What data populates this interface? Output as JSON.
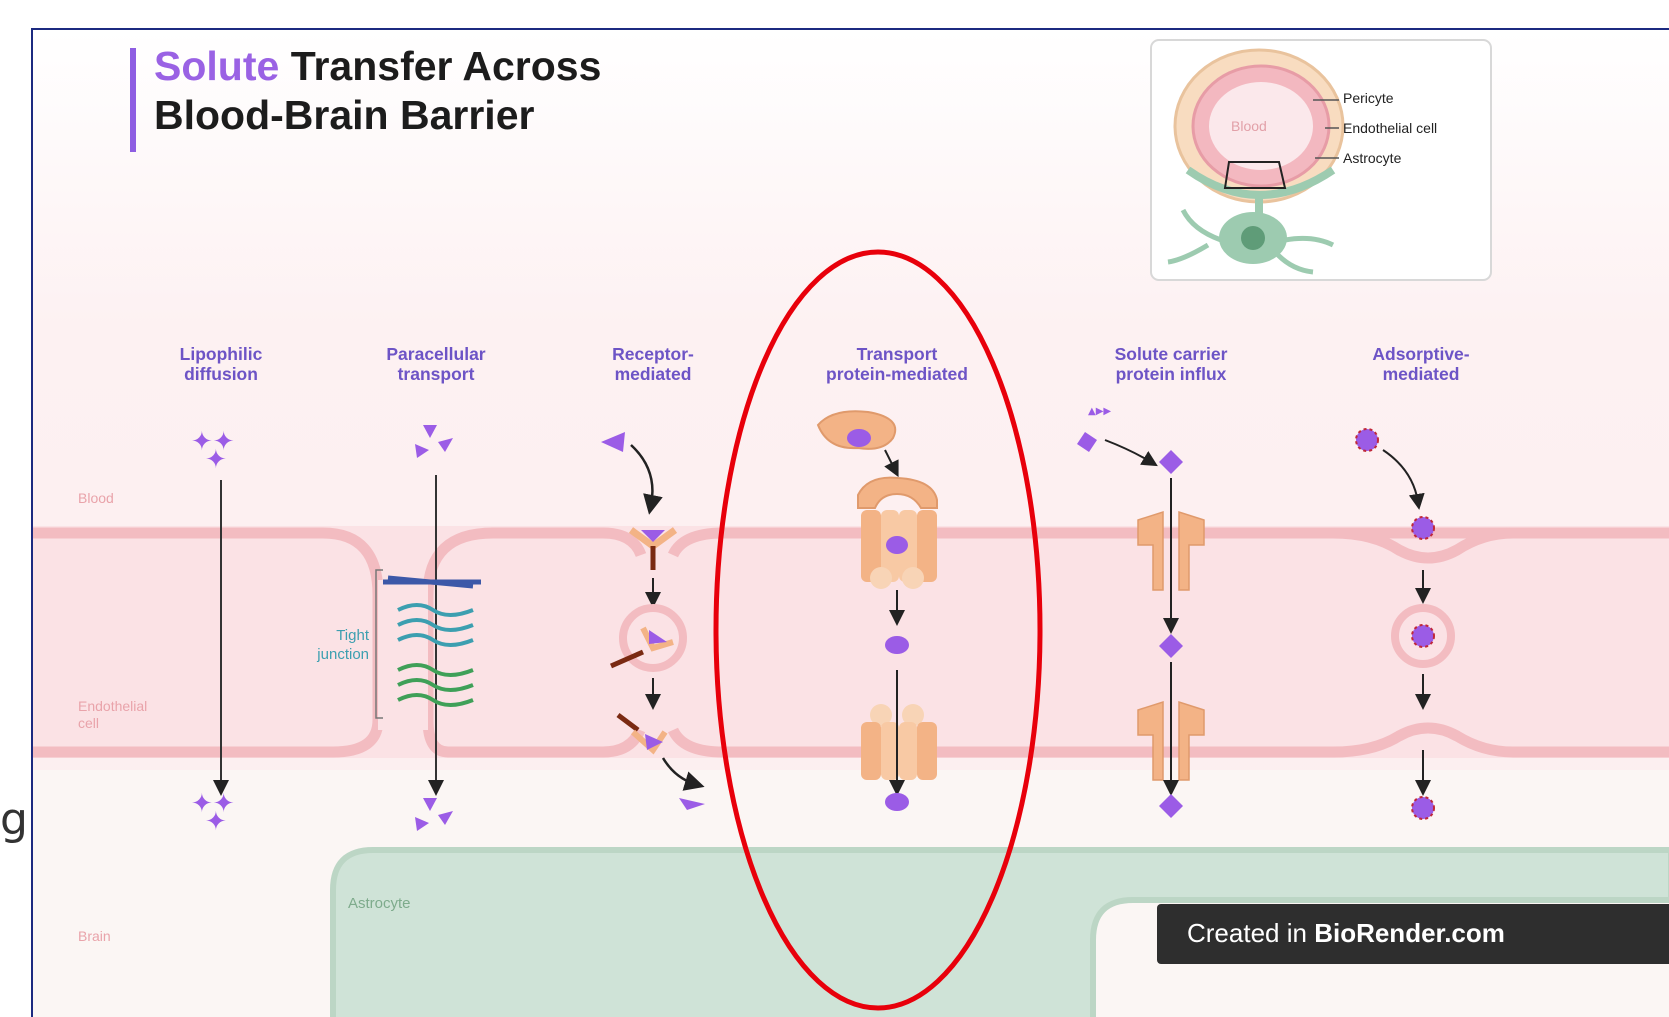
{
  "side_glyph": "g)",
  "title": {
    "accent_word": "Solute",
    "rest_line1": " Transfer Across",
    "line2": "Blood-Brain Barrier"
  },
  "inset": {
    "blood": "Blood",
    "labels": [
      "Pericyte",
      "Endothelial cell",
      "Astrocyte"
    ]
  },
  "columns": [
    {
      "line1": "Lipophilic",
      "line2": "diffusion"
    },
    {
      "line1": "Paracellular",
      "line2": "transport"
    },
    {
      "line1": "Receptor-",
      "line2": "mediated"
    },
    {
      "line1": "Transport",
      "line2": "protein-mediated"
    },
    {
      "line1": "Solute carrier",
      "line2": "protein influx"
    },
    {
      "line1": "Adsorptive-",
      "line2": "mediated"
    }
  ],
  "regions": {
    "blood": "Blood",
    "endo_line1": "Endothelial",
    "endo_line2": "cell",
    "brain": "Brain",
    "astrocyte": "Astrocyte"
  },
  "tight_junction": {
    "line1": "Tight",
    "line2": "junction"
  },
  "highlight": {
    "target_column": "Transport protein-mediated",
    "color": "#e8000b"
  },
  "colors": {
    "accent": "#9a62e4",
    "label": "#6d54c6",
    "membrane": "#f3bfc3",
    "cell": "#fbe4e6",
    "astrocyte": "#cfe3d7",
    "protein": "#f3b386",
    "solute": "#9b5ce6"
  },
  "credit": {
    "prefix": "Created in ",
    "brand": "BioRender.com"
  }
}
